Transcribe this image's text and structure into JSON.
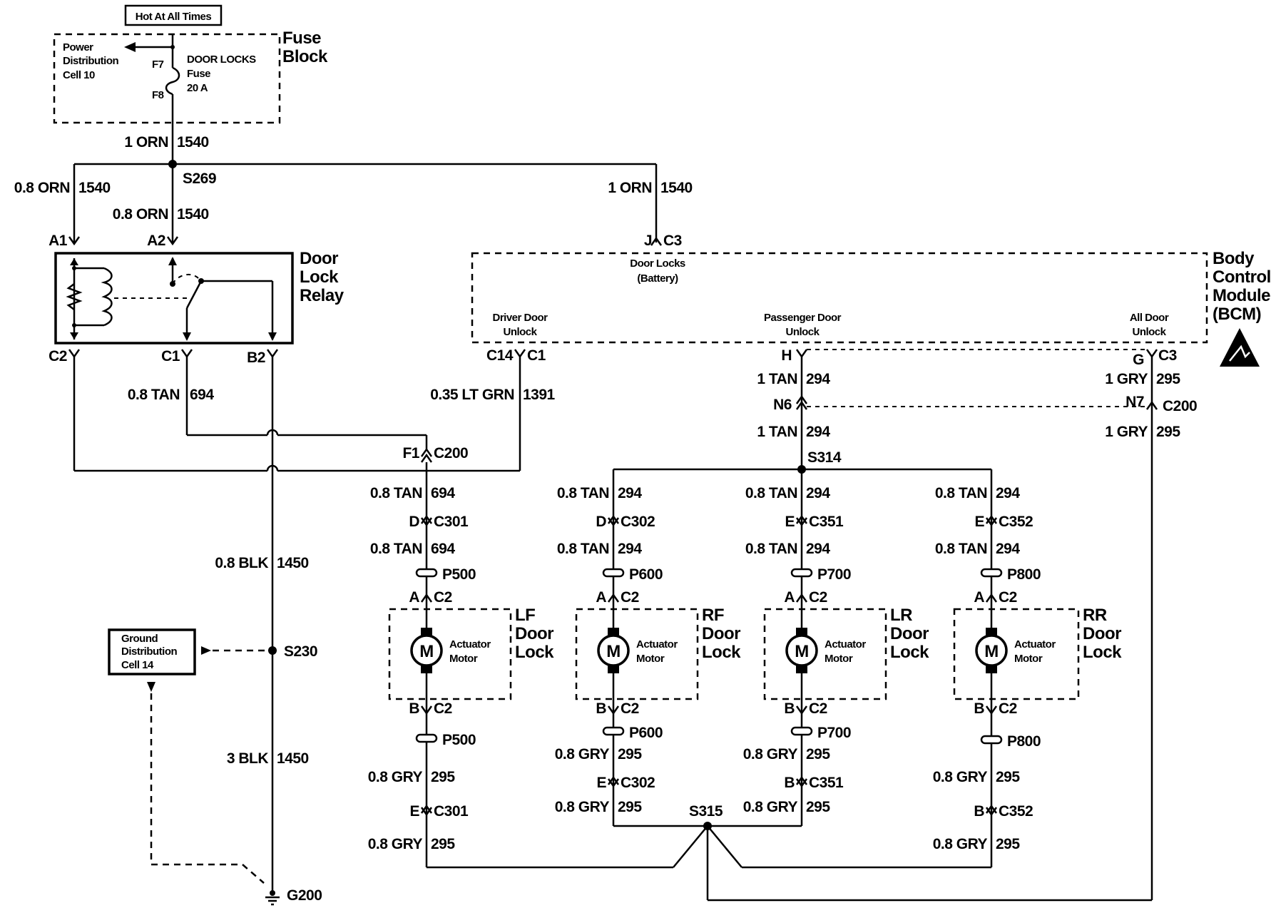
{
  "power": {
    "hot_label": "Hot At All Times",
    "fuse_block_line1": "Fuse",
    "fuse_block_line2": "Block",
    "pdc_line1": "Power",
    "pdc_line2": "Distribution",
    "pdc_line3": "Cell 10",
    "fuse_f7": "F7",
    "fuse_f8": "F8",
    "fuse_name1": "DOOR LOCKS",
    "fuse_name2": "Fuse",
    "fuse_name3": "20 A"
  },
  "relay": {
    "line1": "Door",
    "line2": "Lock",
    "line3": "Relay",
    "pin_a1": "A1",
    "pin_a2": "A2",
    "pin_c2": "C2",
    "pin_c1": "C1",
    "pin_b2": "B2"
  },
  "bcm": {
    "line1": "Body",
    "line2": "Control",
    "line3": "Module",
    "line4": "(BCM)",
    "battery1": "Door Locks",
    "battery2": "(Battery)",
    "driver1": "Driver Door",
    "driver2": "Unlock",
    "pass1": "Passenger Door",
    "pass2": "Unlock",
    "all1": "All Door",
    "all2": "Unlock",
    "pin_j": "J",
    "conn_c3_top": "C3",
    "pin_c14": "C14",
    "conn_c1": "C1",
    "pin_h": "H",
    "pin_g": "G",
    "conn_c3_bot": "C3"
  },
  "wires": {
    "w1": "1 ORN",
    "c1540": "1540",
    "w08orn": "0.8 ORN",
    "w1orn": "1 ORN",
    "w08tan": "0.8 TAN",
    "c694": "694",
    "w035": "0.35 LT GRN",
    "c1391": "1391",
    "w1tan": "1 TAN",
    "c294": "294",
    "w1gry": "1 GRY",
    "c295": "295",
    "w08blk": "0.8 BLK",
    "c1450": "1450",
    "w3blk": "3 BLK",
    "w08gry": "0.8 GRY"
  },
  "splices": {
    "s269": "S269",
    "s314": "S314",
    "s230": "S230",
    "s315": "S315",
    "g200": "G200"
  },
  "connectors": {
    "f1": "F1",
    "c200": "C200",
    "n6": "N6",
    "n7": "N7",
    "c200b": "C200",
    "d": "D",
    "e": "E",
    "c301": "C301",
    "c302": "C302",
    "c351": "C351",
    "c352": "C352",
    "p500": "P500",
    "p600": "P600",
    "p700": "P700",
    "p800": "P800",
    "a": "A",
    "b": "B",
    "c2": "C2"
  },
  "ground": {
    "line1": "Ground",
    "line2": "Distribution",
    "line3": "Cell 14"
  },
  "motors": {
    "m": "M",
    "act1": "Actuator",
    "act2": "Motor",
    "door": "Door",
    "lock": "Lock",
    "lf": "LF",
    "rf": "RF",
    "lr": "LR",
    "rr": "RR"
  }
}
